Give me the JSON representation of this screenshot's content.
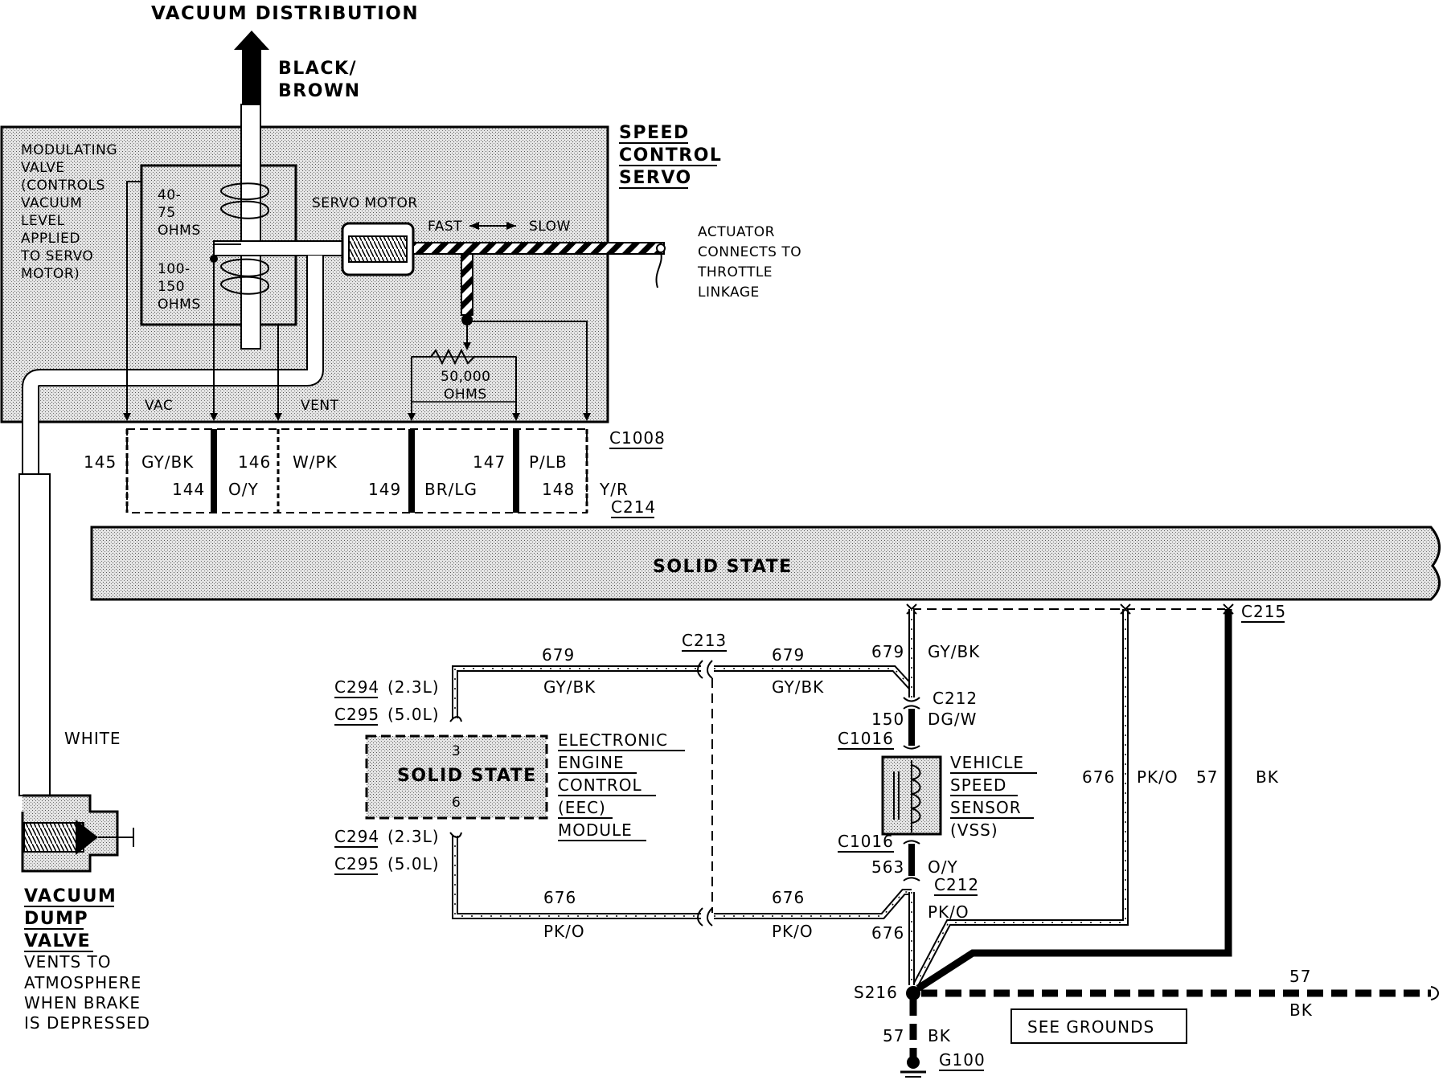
{
  "labels": {
    "vacuum_distribution": "VACUUM DISTRIBUTION",
    "black_brown_1": "BLACK/",
    "black_brown_2": "BROWN",
    "speed_control_1": "SPEED",
    "speed_control_2": "CONTROL",
    "speed_control_3": "SERVO",
    "modulating_valve": [
      "MODULATING",
      "VALVE",
      "(CONTROLS",
      "VACUUM",
      "LEVEL",
      "APPLIED",
      "TO SERVO",
      "MOTOR)"
    ],
    "coil1": [
      "40-",
      "75",
      "OHMS"
    ],
    "coil2": [
      "100-",
      "150",
      "OHMS"
    ],
    "servo_motor": "SERVO MOTOR",
    "fast": "FAST",
    "slow": "SLOW",
    "actuator": [
      "ACTUATOR",
      "CONNECTS TO",
      "THROTTLE",
      "LINKAGE"
    ],
    "resistor": [
      "50,000",
      "OHMS"
    ],
    "vac": "VAC",
    "vent": "VENT",
    "c1008": "C1008",
    "c214": "C214",
    "solid_state_bar": "SOLID STATE",
    "white": "WHITE",
    "vacuum_dump_valve": [
      "VACUUM",
      "DUMP",
      "VALVE"
    ],
    "vents_text": [
      "VENTS TO",
      "ATMOSPHERE",
      "WHEN BRAKE",
      "IS DEPRESSED"
    ],
    "eec_box_label": "SOLID STATE",
    "eec_pin_3": "3",
    "eec_pin_6": "6",
    "eec_module": [
      "ELECTRONIC",
      "ENGINE",
      "CONTROL",
      "(EEC)",
      "MODULE"
    ],
    "c294": "C294",
    "c295": "C295",
    "l23": "(2.3L)",
    "l50": "(5.0L)",
    "c213": "C213",
    "c215": "C215",
    "c212": "C212",
    "c1016": "C1016",
    "vss": [
      "VEHICLE",
      "SPEED",
      "SENSOR",
      "(VSS)"
    ],
    "s216": "S216",
    "g100": "G100",
    "see_grounds": "SEE GROUNDS"
  },
  "connector_wires": [
    {
      "circuit": "145",
      "color": "GY/BK"
    },
    {
      "circuit": "144",
      "color": "O/Y"
    },
    {
      "circuit": "146",
      "color": "W/PK"
    },
    {
      "circuit": "149",
      "color": "BR/LG"
    },
    {
      "circuit": "147",
      "color": "P/LB"
    },
    {
      "circuit": "148",
      "color": "Y/R"
    }
  ],
  "wires": {
    "w679_1": "679",
    "gybk_1": "GY/BK",
    "w679_2": "679",
    "gybk_2": "GY/BK",
    "w679_3": "679",
    "gybk_3": "GY/BK",
    "w150": "150",
    "dgw": "DG/W",
    "w563": "563",
    "oy": "O/Y",
    "w676_1": "676",
    "pko_1": "PK/O",
    "w676_2": "676",
    "pko_2": "PK/O",
    "w676_3": "676",
    "pko_3": "PK/O",
    "w676_4": "676",
    "pko_4": "PK/O",
    "w57_1": "57",
    "bk_1": "BK",
    "w57_2": "57",
    "bk_2": "BK",
    "w57_3": "57",
    "bk_3": "BK"
  }
}
